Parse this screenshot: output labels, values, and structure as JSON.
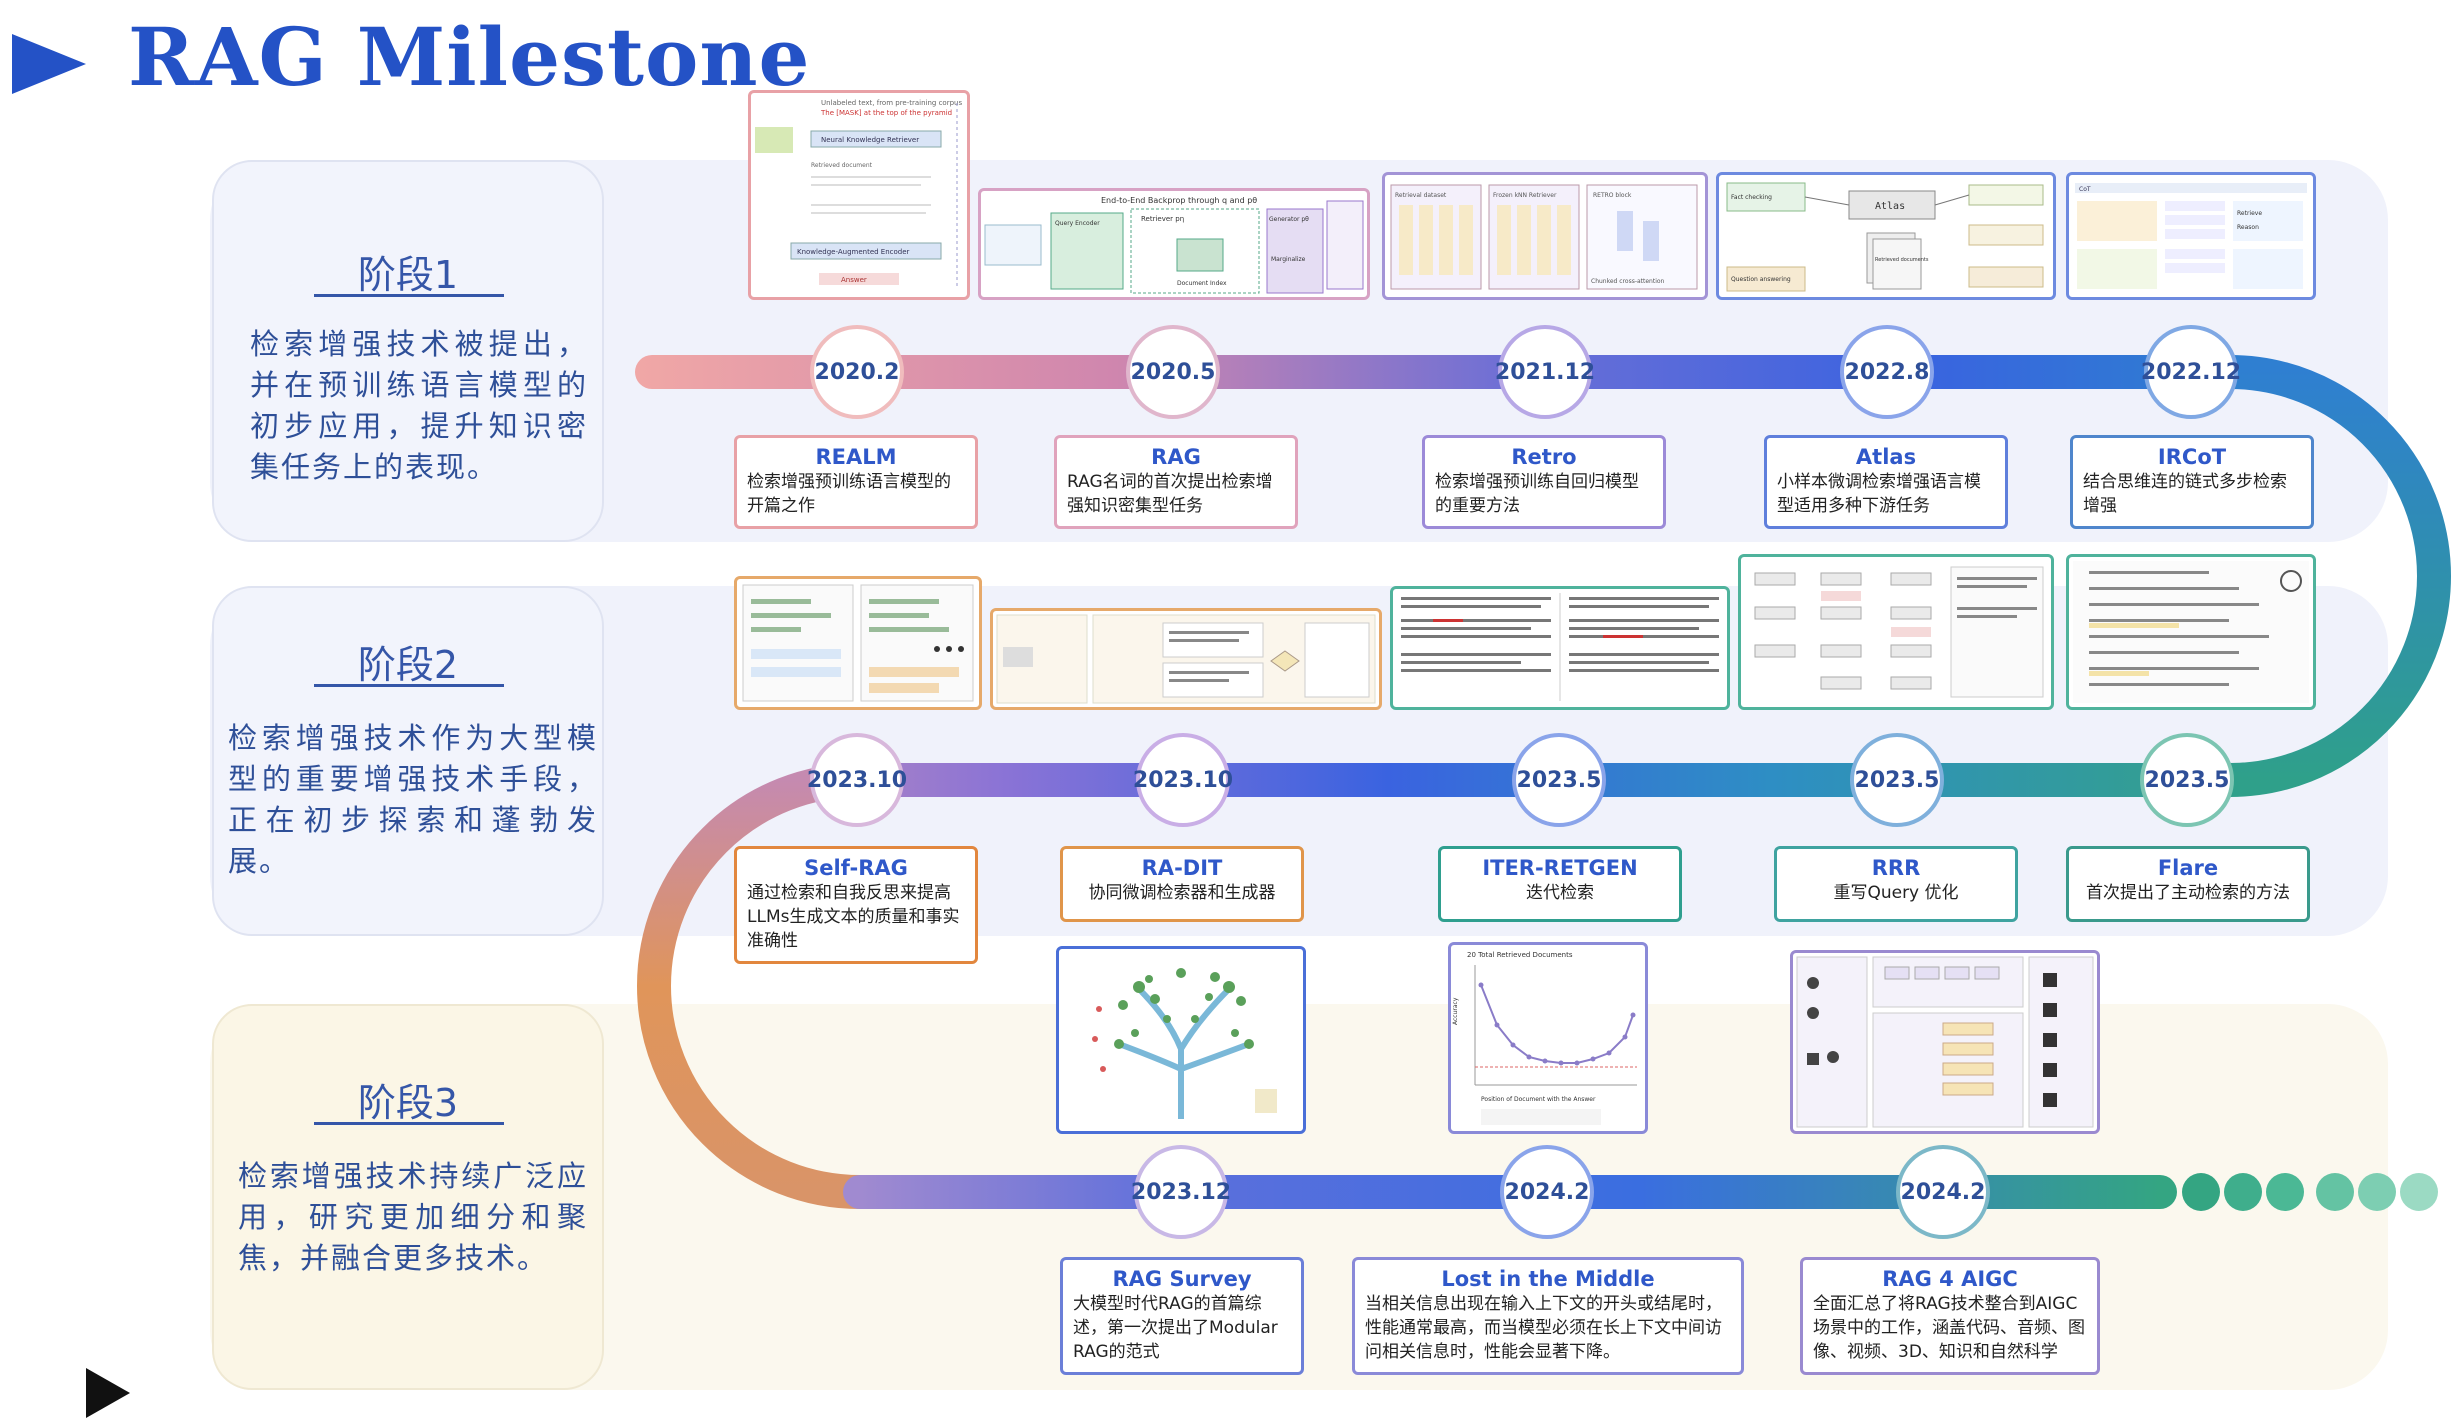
{
  "title": "RAG Milestone",
  "stages": [
    {
      "title": "阶段1",
      "desc": "检索增强技术被提出，并在预训练语言模型的初步应用，提升知识密集任务上的表现。"
    },
    {
      "title": "阶段2",
      "desc": "检索增强技术作为大型模型的重要增强技术手段，正在初步探索和蓬勃发展。"
    },
    {
      "title": "阶段3",
      "desc": "检索增强技术持续广泛应用，研究更加细分和聚焦，并融合更多技术。"
    }
  ],
  "milestones": [
    {
      "date": "2020.2",
      "name": "REALM",
      "desc": "检索增强预训练语言模型的开篇之作"
    },
    {
      "date": "2020.5",
      "name": "RAG",
      "desc": "RAG名词的首次提出检索增强知识密集型任务"
    },
    {
      "date": "2021.12",
      "name": "Retro",
      "desc": "检索增强预训练自回归模型的重要方法"
    },
    {
      "date": "2022.8",
      "name": "Atlas",
      "desc": "小样本微调检索增强语言模型适用多种下游任务"
    },
    {
      "date": "2022.12",
      "name": "IRCoT",
      "desc": "结合思维连的链式多步检索增强"
    },
    {
      "date": "2023.10",
      "name": "Self-RAG",
      "desc": "通过检索和自我反思来提高LLMs生成文本的质量和事实准确性"
    },
    {
      "date": "2023.10",
      "name": "RA-DIT",
      "desc": "协同微调检索器和生成器"
    },
    {
      "date": "2023.5",
      "name": "ITER-RETGEN",
      "desc": "迭代检索"
    },
    {
      "date": "2023.5",
      "name": "RRR",
      "desc": "重写Query 优化"
    },
    {
      "date": "2023.5",
      "name": "Flare",
      "desc": "首次提出了主动检索的方法"
    },
    {
      "date": "2023.12",
      "name": "RAG Survey",
      "desc": "大模型时代RAG的首篇综述，第一次提出了Modular RAG的范式"
    },
    {
      "date": "2024.2",
      "name": "Lost in the Middle",
      "desc": "当相关信息出现在输入上下文的开头或结尾时，性能通常最高，而当模型必须在长上下文中间访问相关信息时，性能会显著下降。"
    },
    {
      "date": "2024.2",
      "name": "RAG 4 AIGC",
      "desc": "全面汇总了将RAG技术整合到AIGC场景中的工作，涵盖代码、音频、图像、视频、3D、知识和自然科学"
    }
  ],
  "thumb_text": {
    "realm": [
      "Unlabeled text, from pre-training corpus",
      "The [MASK] at the top of the pyramid",
      "Neural Knowledge Retriever",
      "Retrieved document",
      "Knowledge-Augmented Encoder",
      "Answer"
    ],
    "rag": [
      "End-to-End Backprop through q and pθ",
      "Query Encoder",
      "Retriever pη",
      "Document Index",
      "Generator pθ",
      "Marginalize"
    ],
    "retro": [
      "Retrieval dataset",
      "Frozen kNN Retriever",
      "RETRO block",
      "Chunked cross-attention"
    ],
    "atlas": [
      "Fact checking",
      "Question answering",
      "Atlas",
      "Retrieved documents"
    ],
    "ircot": [
      "Retrieve",
      "Reason",
      "CoT"
    ],
    "lost": [
      "20 Total Retrieved Documents",
      "Accuracy",
      "Position of Document with the Answer"
    ]
  },
  "colors": {
    "title": "#2452c6",
    "stage_text": "#2e4f98",
    "realm": "#e8868c",
    "rag": "#d98aa0",
    "retro": "#8d74cf",
    "atlas": "#4e6ed8",
    "ircot": "#3f7fc4",
    "selfrag": "#e2873e",
    "radit": "#e0954a",
    "iter": "#2f9f8f",
    "rrr": "#3fa3a0",
    "flare": "#3a9a8c"
  }
}
